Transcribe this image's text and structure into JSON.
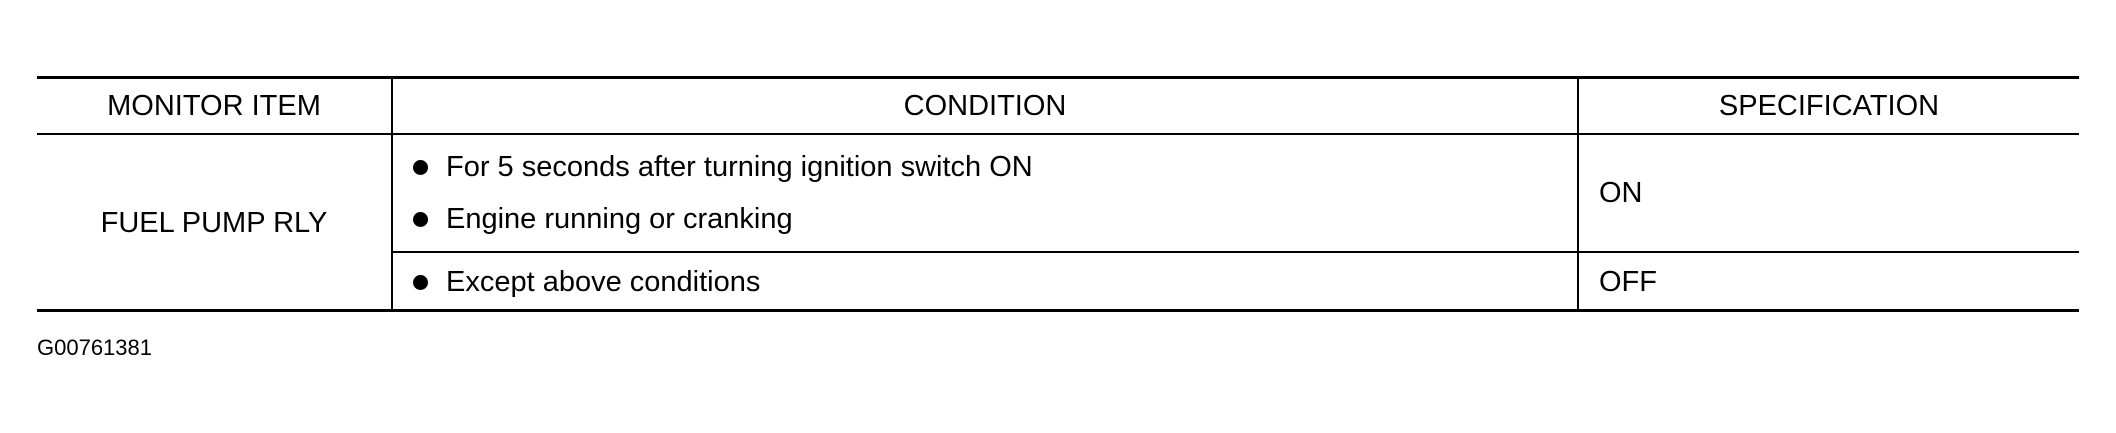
{
  "table": {
    "headers": {
      "monitor_item": "MONITOR ITEM",
      "condition": "CONDITION",
      "specification": "SPECIFICATION"
    },
    "monitor_item": "FUEL PUMP RLY",
    "rows": [
      {
        "conditions": [
          "For 5 seconds after turning ignition switch ON",
          "Engine running or cranking"
        ],
        "specification": "ON"
      },
      {
        "conditions": [
          "Except above conditions"
        ],
        "specification": "OFF"
      }
    ]
  },
  "figure_code": "G00761381"
}
